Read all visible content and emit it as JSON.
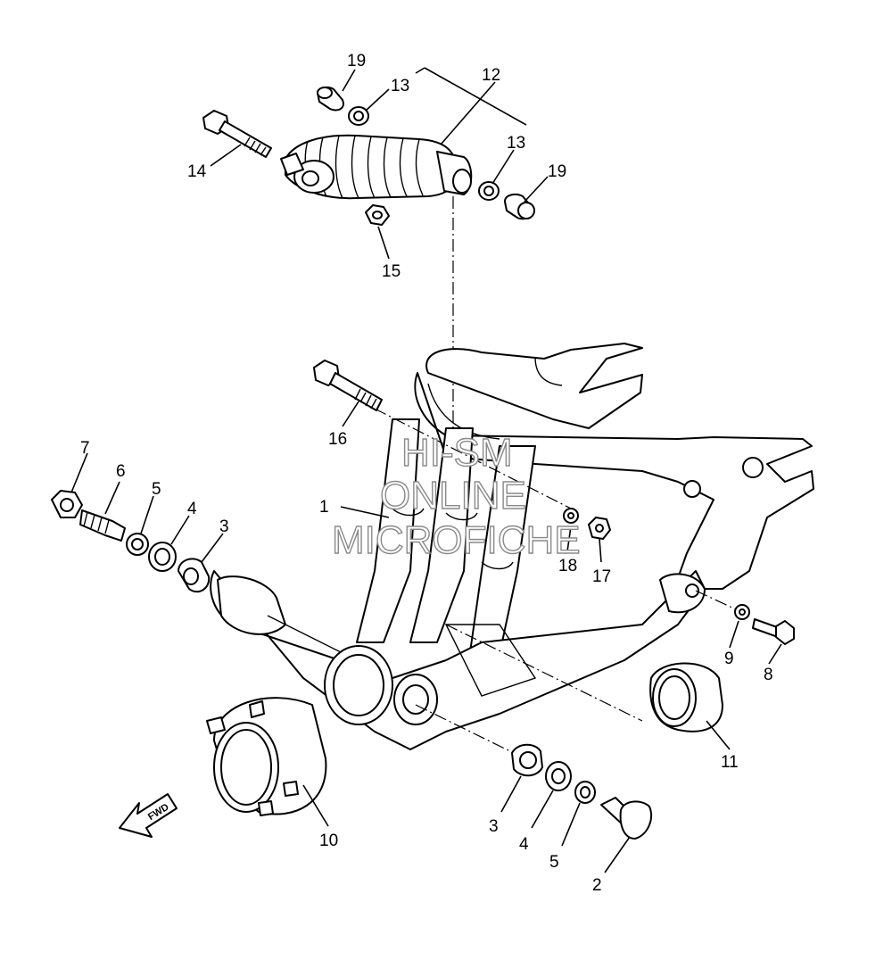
{
  "diagram": {
    "labels": {
      "p1": "1",
      "p2": "2",
      "p3a": "3",
      "p3b": "3",
      "p4a": "4",
      "p4b": "4",
      "p5a": "5",
      "p5b": "5",
      "p6": "6",
      "p7": "7",
      "p8": "8",
      "p9": "9",
      "p10": "10",
      "p11": "11",
      "p12": "12",
      "p13a": "13",
      "p13b": "13",
      "p14": "14",
      "p15": "15",
      "p16": "16",
      "p17": "17",
      "p18": "18",
      "p19a": "19",
      "p19b": "19"
    },
    "fwd_arrow": "FWD",
    "watermark": {
      "line1": "HI-SM",
      "line2": "ONLINE",
      "line3": "MICROFICHE"
    }
  }
}
